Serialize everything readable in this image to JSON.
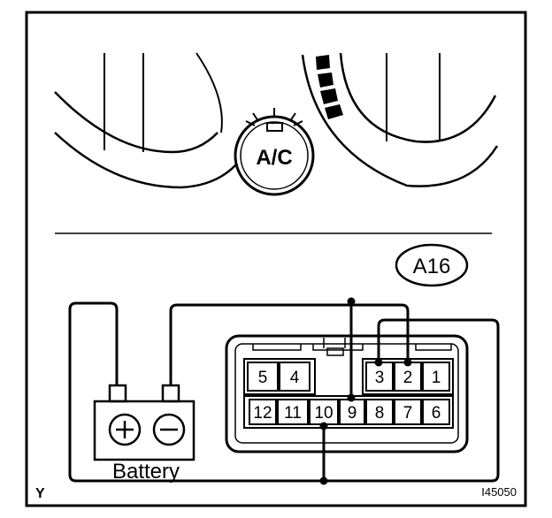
{
  "indicator": {
    "label": "A/C"
  },
  "connector": {
    "code": "A16",
    "top_row": [
      "5",
      "4",
      "3",
      "2",
      "1"
    ],
    "bottom_row": [
      "12",
      "11",
      "10",
      "9",
      "8",
      "7",
      "6"
    ]
  },
  "battery": {
    "label": "Battery",
    "positive": "+",
    "negative": "−"
  },
  "corner_mark": "Y",
  "figure_id": "I45050"
}
